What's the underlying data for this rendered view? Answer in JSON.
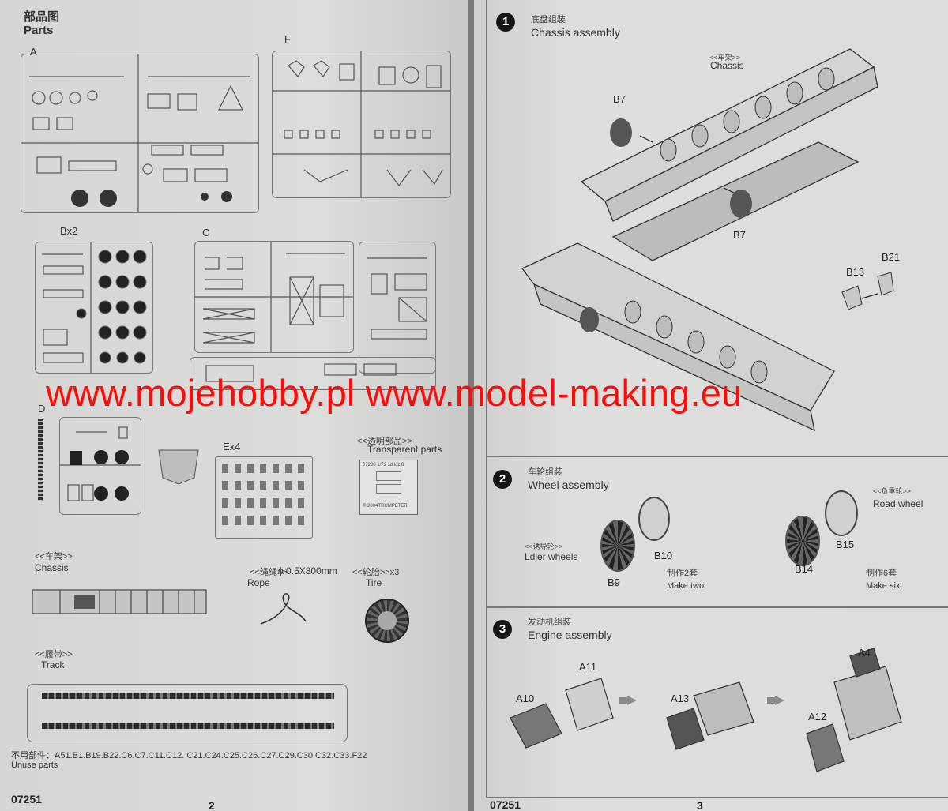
{
  "left_page": {
    "header_cn": "部品图",
    "header_en": "Parts",
    "sprue_labels": {
      "a": "A",
      "f": "F",
      "b": "Bx2",
      "c": "C",
      "d": "D",
      "e": "Ex4"
    },
    "transparent_cn": "<<透明部品>>",
    "transparent_en": "Transparent parts",
    "transparent_sprue_text": "07203 1/72 sd.kfz.8",
    "transparent_copyright": "© 2004TRUMPETER",
    "chassis_cn": "<<车架>>",
    "chassis_en": "Chassis",
    "rope_cn": "<<绳绳>>",
    "rope_spec": "ϕ 0.5X800mm",
    "rope_en": "Rope",
    "tire_cn": "<<轮胎>>x3",
    "tire_en": "Tire",
    "track_cn": "<<履带>>",
    "track_en": "Track",
    "unused_cn": "不用部件：",
    "unused_list": "A51.B1.B19.B22.C6.C7.C11.C12. C21.C24.C25.C26.C27.C29.C30.C32.C33.F22",
    "unused_en": "Unuse parts",
    "code": "07251",
    "page_number": "2"
  },
  "right_page": {
    "step1": {
      "num": "1",
      "title_cn": "底盘组装",
      "title_en": "Chassis assembly",
      "chassis_cn": "<<车架>>",
      "chassis_en": "Chassis",
      "labels": [
        "B7",
        "B7",
        "B13",
        "B21"
      ]
    },
    "step2": {
      "num": "2",
      "title_cn": "车轮组装",
      "title_en": "Wheel assembly",
      "idler_cn": "<<诱导轮>>",
      "idler_en": "Ldler wheels",
      "road_cn": "<<负重轮>>",
      "road_en": "Road wheel",
      "labels": [
        "B10",
        "B9",
        "B15",
        "B14"
      ],
      "make_two_cn": "制作2套",
      "make_two_en": "Make two",
      "make_six_cn": "制作6套",
      "make_six_en": "Make six"
    },
    "step3": {
      "num": "3",
      "title_cn": "发动机组装",
      "title_en": "Engine assembly",
      "labels": [
        "A11",
        "A10",
        "A13",
        "A4",
        "A12"
      ]
    },
    "code": "07251",
    "page_number": "3"
  },
  "watermark": "www.mojehobby.pl www.model-making.eu"
}
